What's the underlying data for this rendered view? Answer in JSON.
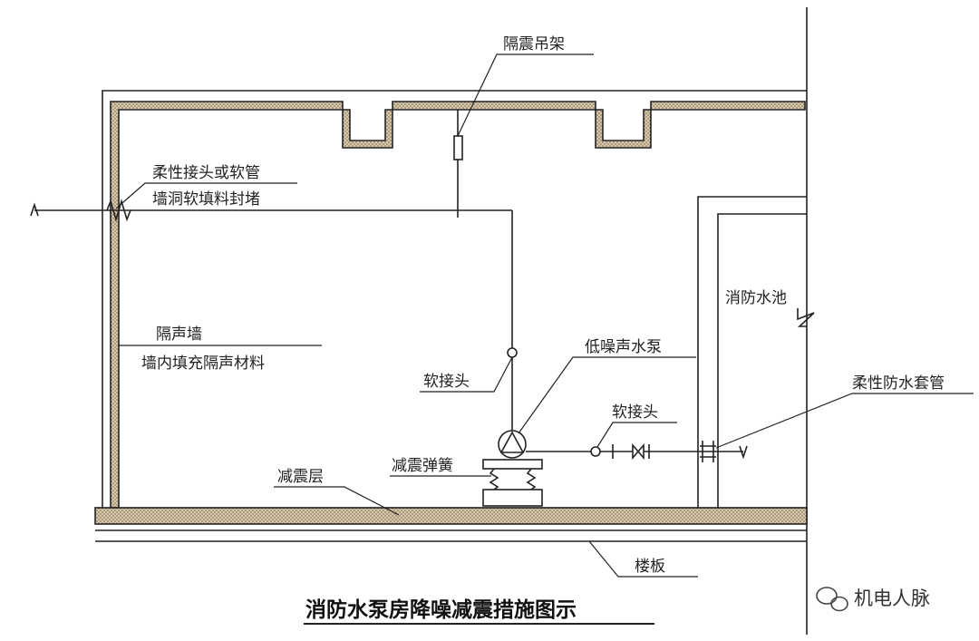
{
  "title": "消防水泵房降噪减震措施图示",
  "watermark": "机电人脉",
  "labels": {
    "hanger": "隔震吊架",
    "flex_joint_1": "柔性接头或软管",
    "flex_joint_2": "墙洞软填料封堵",
    "wall_1": "隔声墙",
    "wall_2": "墙内填充隔声材料",
    "soft_joint_left": "软接头",
    "pump": "低噪声水泵",
    "soft_joint_right": "软接头",
    "water_tank": "消防水池",
    "waterproof_sleeve": "柔性防水套管",
    "spring": "减震弹簧",
    "damping_layer": "减震层",
    "floor_slab": "楼板"
  },
  "colors": {
    "line": "#222222",
    "hatch": "#c9b89a"
  }
}
